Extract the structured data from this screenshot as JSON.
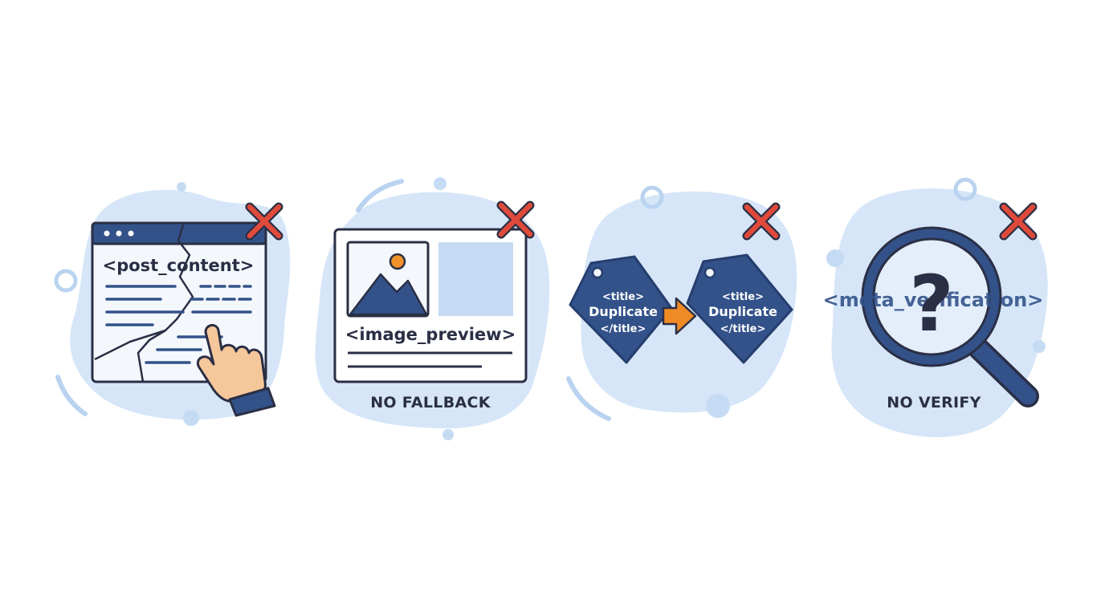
{
  "colors": {
    "blob": "#d6e6f8",
    "navy": "#33528a",
    "navy_dark": "#263e6e",
    "outline": "#2b2f45",
    "light_fill": "#f4f8fd",
    "placeholder": "#c5dbf4",
    "x_mark": "#e04a3a",
    "arrow_orange": "#f08a24",
    "sun_orange": "#f0922a",
    "hand_skin": "#f6c79b"
  },
  "panels": [
    {
      "id": "broken-content",
      "icon": "broken-browser-window-icon",
      "tag_text": "<post_content>",
      "caption": "",
      "status_icon": "red-x-icon"
    },
    {
      "id": "image-fallback",
      "icon": "image-preview-card-icon",
      "tag_text": "<image_preview>",
      "caption": "NO FALLBACK",
      "status_icon": "red-x-icon"
    },
    {
      "id": "duplicate-title",
      "icon": "duplicate-tag-icon",
      "tags": [
        {
          "line1": "<title>",
          "line2": "Duplicate",
          "line3": "</title>"
        },
        {
          "line1": "<title>",
          "line2": "Duplicate",
          "line3": "</title>"
        }
      ],
      "caption": "",
      "status_icon": "red-x-icon"
    },
    {
      "id": "meta-verification",
      "icon": "magnifying-glass-question-icon",
      "tag_text": "<meta_verification>",
      "question_mark": "?",
      "caption": "NO VERIFY",
      "status_icon": "red-x-icon"
    }
  ]
}
